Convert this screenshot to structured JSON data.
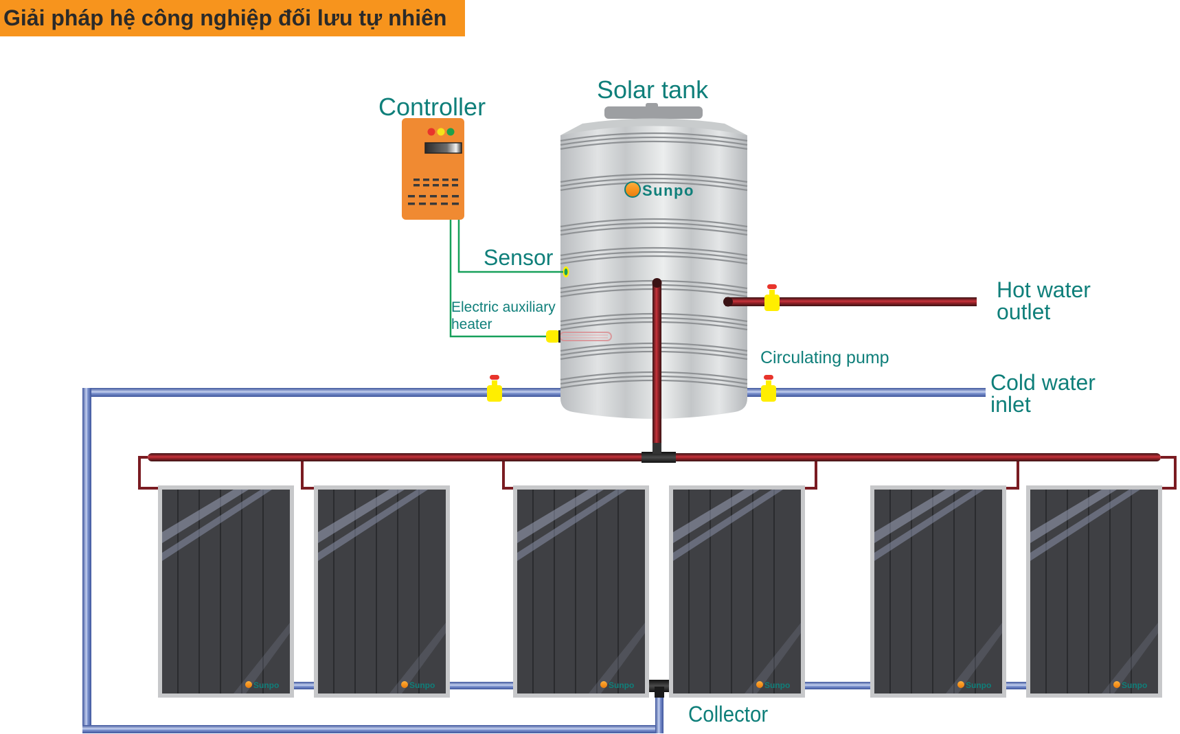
{
  "title": "Giải pháp hệ công nghiệp đối lưu tự nhiên",
  "labels": {
    "controller": "Controller",
    "solar_tank": "Solar tank",
    "sensor": "Sensor",
    "heater_line1": "Electric auxiliary",
    "heater_line2": "heater",
    "hot_outlet_line1": "Hot water",
    "hot_outlet_line2": "outlet",
    "pump": "Circulating pump",
    "cold_inlet_line1": "Cold water",
    "cold_inlet_line2": "inlet",
    "collector": "Collector"
  },
  "brand": "Sunpo",
  "panel_brand": "Sunpo",
  "panel_count": 6,
  "controller_leds": [
    "#e8342b",
    "#f5e31a",
    "#1fa04a"
  ],
  "colors": {
    "title_bg": "#f7941d",
    "label": "#0f7f7a",
    "hot_pipe": "#8b1e24",
    "cold_pipe": "#5b73b8",
    "valve": "#ffee00",
    "valve_handle": "#e8342b",
    "wire": "#17a05a",
    "controller": "#f08a32"
  }
}
